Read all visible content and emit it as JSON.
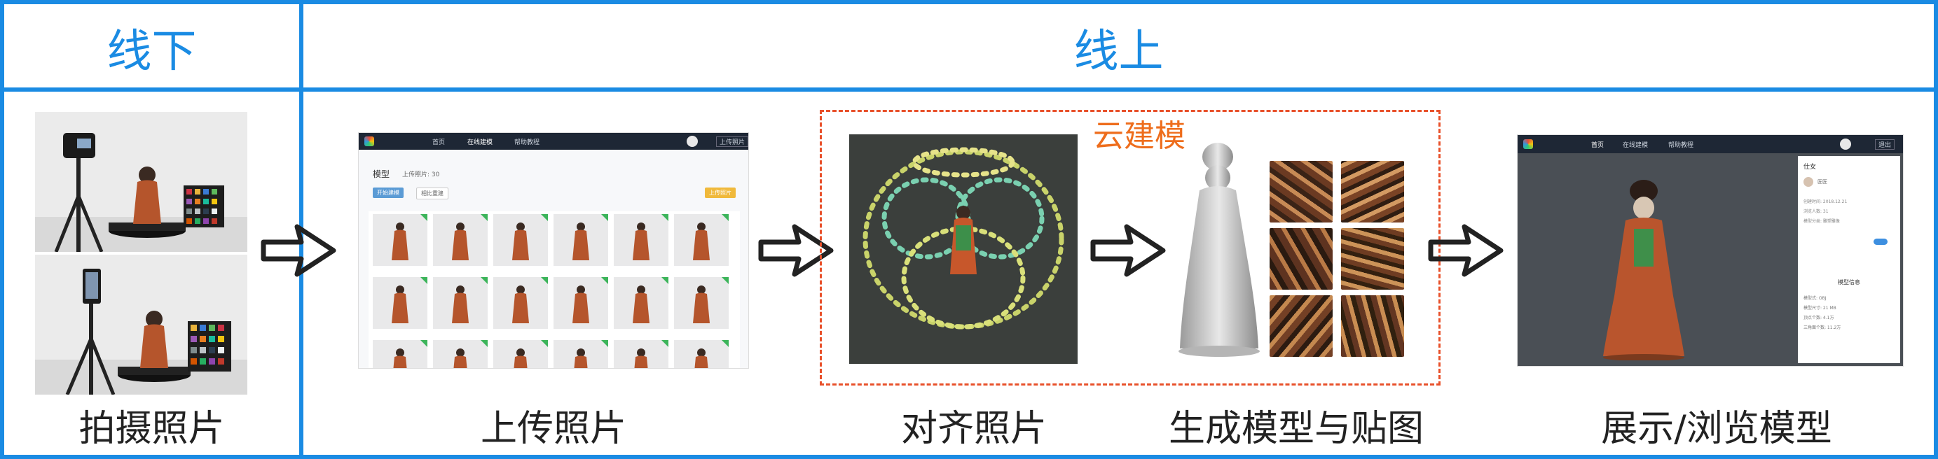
{
  "headers": {
    "offline": "线下",
    "online": "线上"
  },
  "cloud_label": "云建模",
  "steps": {
    "shoot": "拍摄照片",
    "upload": "上传照片",
    "align": "对齐照片",
    "generate": "生成模型与贴图",
    "display": "展示/浏览模型"
  },
  "upload_screen": {
    "nav": [
      "首页",
      "在线建模",
      "帮助教程"
    ],
    "section_title": "模型",
    "count_label": "上传照片: 30",
    "btn_primary": "开始建模",
    "btn_secondary": "相比重建",
    "btn_right": "上传照片"
  },
  "viewer_screen": {
    "nav": [
      "首页",
      "在线建模",
      "帮助教程"
    ],
    "side_title": "仕女",
    "author": "匠匠",
    "meta": [
      "创建时间: 2018.12.21",
      "浏览人数: 31",
      "模型分类: 雕塑雕像"
    ],
    "model_info_title": "模型信息",
    "info_rows": [
      "模型式: OBJ",
      "模型尺寸: 21 MB",
      "顶点个数: 4.1万",
      "三角面个数: 11.2万"
    ],
    "btn_right": "退出"
  },
  "colors": {
    "accent": "#1a8be3",
    "cloud": "#ee6d1c",
    "cloud_border": "#e8502a"
  }
}
